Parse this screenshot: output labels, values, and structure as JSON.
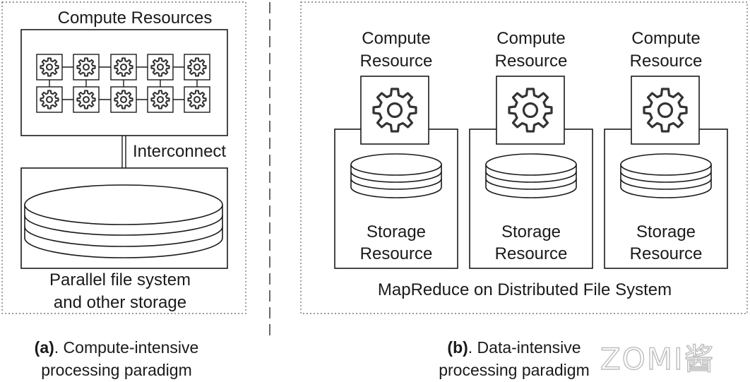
{
  "panel_a": {
    "cluster_title": "Compute Resources",
    "interconnect_label": "Interconnect",
    "storage_label_line1": "Parallel file system",
    "storage_label_line2": "and other storage",
    "caption_tag": "(a)",
    "caption_line1": ". Compute-intensive",
    "caption_line2": "processing paradigm",
    "compute_node_icon": "gear-icon",
    "storage_icon": "database-cylinder-icon"
  },
  "panel_b": {
    "nodes": [
      {
        "compute_line1": "Compute",
        "compute_line2": "Resource",
        "storage_line1": "Storage",
        "storage_line2": "Resource"
      },
      {
        "compute_line1": "Compute",
        "compute_line2": "Resource",
        "storage_line1": "Storage",
        "storage_line2": "Resource"
      },
      {
        "compute_line1": "Compute",
        "compute_line2": "Resource",
        "storage_line1": "Storage",
        "storage_line2": "Resource"
      }
    ],
    "system_label": "MapReduce on Distributed File System",
    "caption_tag": "(b)",
    "caption_line1": ". Data-intensive",
    "caption_line2": "processing paradigm",
    "compute_icon": "gear-icon",
    "storage_icon": "database-cylinder-icon"
  },
  "watermark": "ZOMI酱",
  "colors": {
    "stroke": "#1a1a1a",
    "dashed_border": "#7a7a7a",
    "watermark": "#bdbdbd"
  }
}
